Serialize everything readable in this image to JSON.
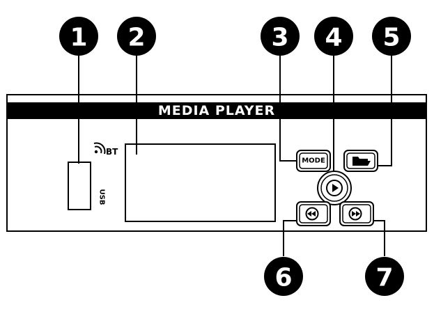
{
  "panel": {
    "title": "MEDIA PLAYER",
    "usb_label": "USB",
    "bt_label": "BT",
    "mode_label": "MODE"
  },
  "callouts": [
    {
      "number": "1",
      "target": "usb-port"
    },
    {
      "number": "2",
      "target": "display-screen"
    },
    {
      "number": "3",
      "target": "mode-button"
    },
    {
      "number": "4",
      "target": "play-pause-button"
    },
    {
      "number": "5",
      "target": "folder-button"
    },
    {
      "number": "6",
      "target": "previous-button"
    },
    {
      "number": "7",
      "target": "next-button"
    }
  ],
  "icons": {
    "bluetooth": "wifi-signal-icon",
    "folder": "folder-icon",
    "play": "play-icon",
    "previous": "rewind-icon",
    "next": "fast-forward-icon"
  }
}
